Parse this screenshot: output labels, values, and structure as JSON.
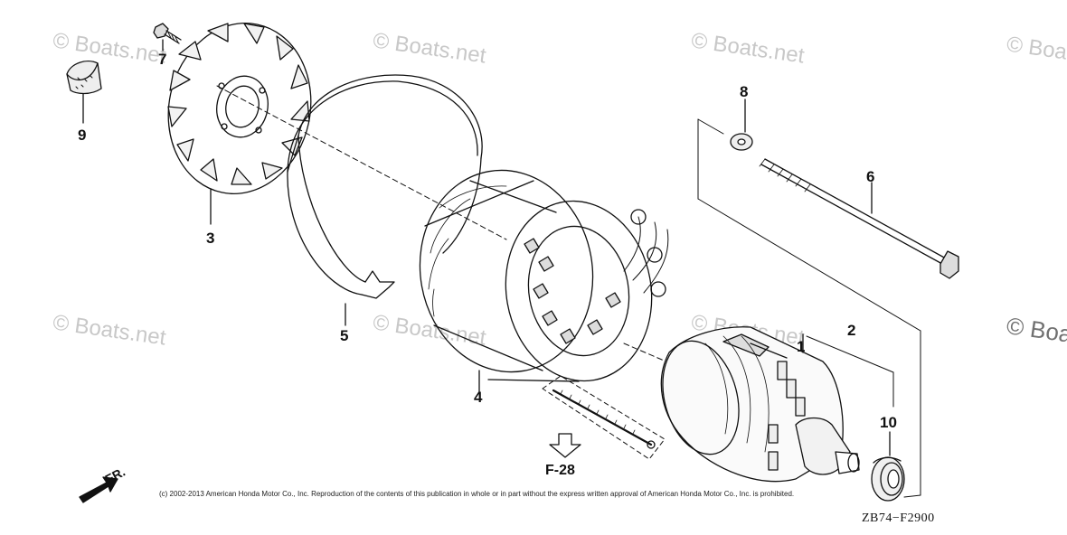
{
  "watermarks": [
    "© Boats.net",
    "© Boats.net",
    "© Boats.net",
    "© Boa",
    "© Boats.net",
    "© Boats.net",
    "© Boats.net",
    "© Boa"
  ],
  "callouts": {
    "c1": "1",
    "c2": "2",
    "c3": "3",
    "c4": "4",
    "c5": "5",
    "c6": "6",
    "c7": "7",
    "c8": "8",
    "c9": "9",
    "c10": "10"
  },
  "reference": "F-28",
  "front_label": "FR.",
  "copyright": "(c) 2002-2013 American Honda Motor Co., Inc. Reproduction of the contents of this publication in whole or in part without the express written approval of American Honda Motor Co., Inc. is prohibited.",
  "diagram_code": "ZB74−F2900",
  "colors": {
    "line": "#111111",
    "watermark": "#c8c8c8"
  }
}
